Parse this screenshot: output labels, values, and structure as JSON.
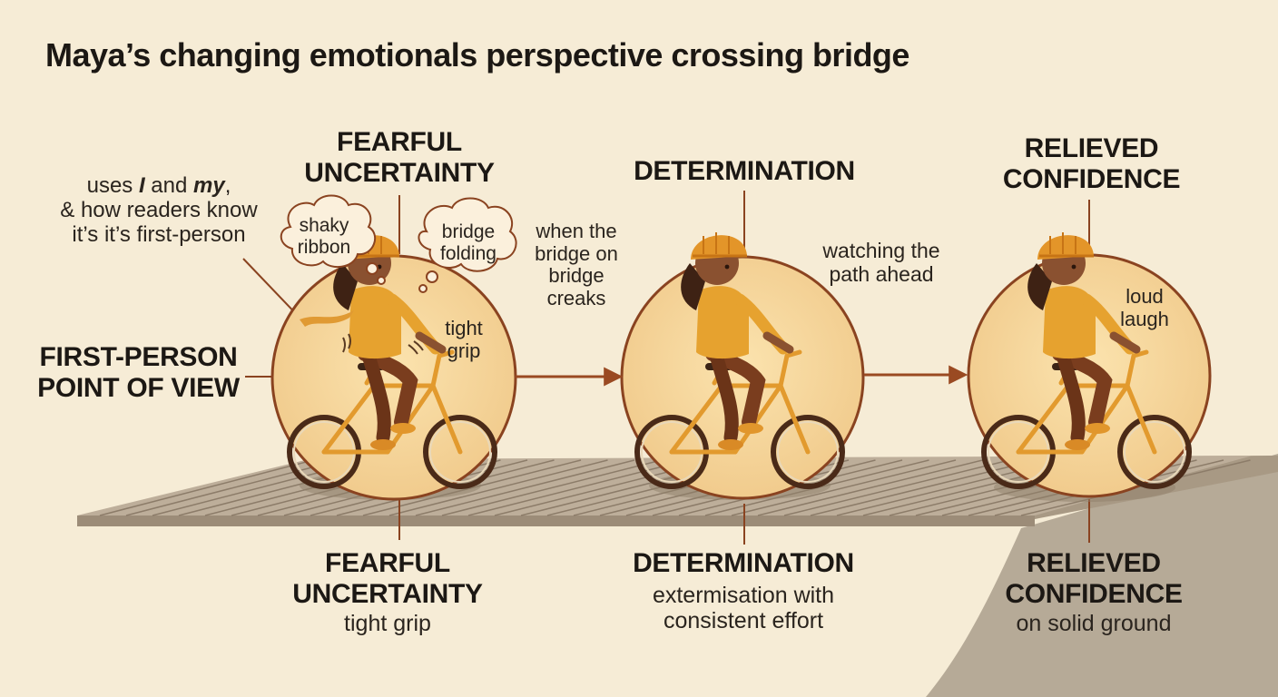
{
  "title": "Maya’s changing emotionals perspective crossing bridge",
  "pov": {
    "label_line1": "FIRST-PERSON",
    "label_line2": "POINT OF VIEW",
    "note_prefix": "uses ",
    "note_I": "I",
    "note_and": " and ",
    "note_my": "my",
    "note_suffix": ",",
    "note_line2": "& how readers know",
    "note_line3": "it’s it’s first-person"
  },
  "stages": [
    {
      "top_line1": "FEARFUL",
      "top_line2": "UNCERTAINTY",
      "bottom_line1": "FEARFUL",
      "bottom_line2": "UNCERTAINTY",
      "bottom_detail_line1": "tight grip",
      "bottom_detail_line2": "",
      "annotation_line1": "tight",
      "annotation_line2": "grip",
      "thoughts": [
        {
          "line1": "shaky",
          "line2": "ribbon"
        },
        {
          "line1": "bridge",
          "line2": "folding"
        }
      ]
    },
    {
      "top_line1": "DETERMINATION",
      "top_line2": "",
      "bottom_line1": "DETERMINATION",
      "bottom_line2": "",
      "bottom_detail_line1": "extermisation with",
      "bottom_detail_line2": "consistent effort",
      "annotation_line1": "watching the",
      "annotation_line2": "path ahead"
    },
    {
      "top_line1": "RELIEVED",
      "top_line2": "CONFIDENCE",
      "bottom_line1": "RELIEVED",
      "bottom_line2": "CONFIDENCE",
      "bottom_detail_line1": "on solid ground",
      "bottom_detail_line2": "",
      "annotation_line1": "loud",
      "annotation_line2": "laugh"
    }
  ],
  "transition_note": {
    "line1": "when the",
    "line2": "bridge on",
    "line3": "bridge",
    "line4": "creaks"
  },
  "icons": {
    "cyclist": "cyclist-icon",
    "arrow": "arrow-right-icon",
    "thought": "thought-cloud-icon"
  },
  "colors": {
    "background": "#f6ecd6",
    "circle_fill": "#f5d79c",
    "circle_stroke": "#8a4320",
    "arrow": "#9a4a22",
    "deck": "#b2a391",
    "cliff": "#b6aa97",
    "shirt": "#e6a22f",
    "helmet": "#e39529",
    "skin": "#8a5130"
  }
}
